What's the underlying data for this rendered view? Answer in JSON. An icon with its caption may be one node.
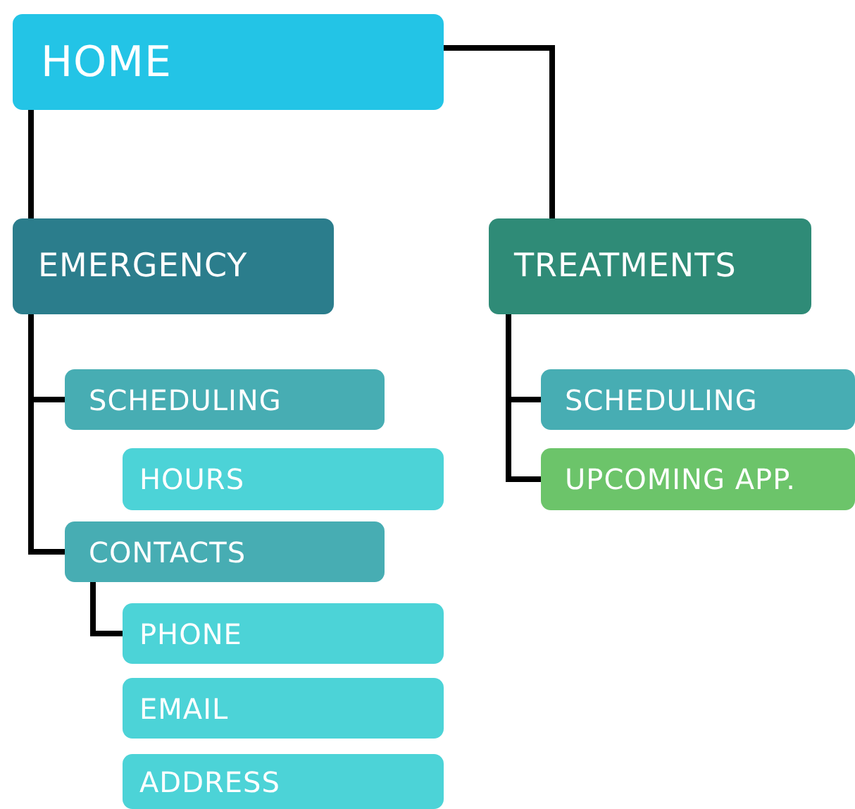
{
  "diagram": {
    "nodes": [
      {
        "text": [
          "HOME"
        ]
      },
      {
        "text": [
          "EMERGENCY"
        ]
      },
      {
        "text": [
          "TREATMENTS"
        ]
      },
      {
        "text": [
          "SCHEDULING"
        ]
      },
      {
        "text": [
          "HOURS"
        ]
      },
      {
        "text": [
          "CONTACTS"
        ]
      },
      {
        "text": [
          "PHONE"
        ]
      },
      {
        "text": [
          "EMAIL"
        ]
      },
      {
        "text": [
          "ADDRESS"
        ]
      },
      {
        "text": [
          "SCHEDULING"
        ]
      },
      {
        "text": [
          "UPCOMING APP."
        ]
      }
    ],
    "edges": [
      {
        "from": 0,
        "to": 1,
        "arrow": "none"
      },
      {
        "from": 0,
        "to": 2,
        "arrow": "none"
      },
      {
        "from": 1,
        "to": 3,
        "arrow": "none"
      },
      {
        "from": 1,
        "to": 5,
        "arrow": "none"
      },
      {
        "from": 5,
        "to": 6,
        "arrow": "none"
      },
      {
        "from": 2,
        "to": 9,
        "arrow": "none"
      },
      {
        "from": 2,
        "to": 10,
        "arrow": "none"
      }
    ]
  }
}
